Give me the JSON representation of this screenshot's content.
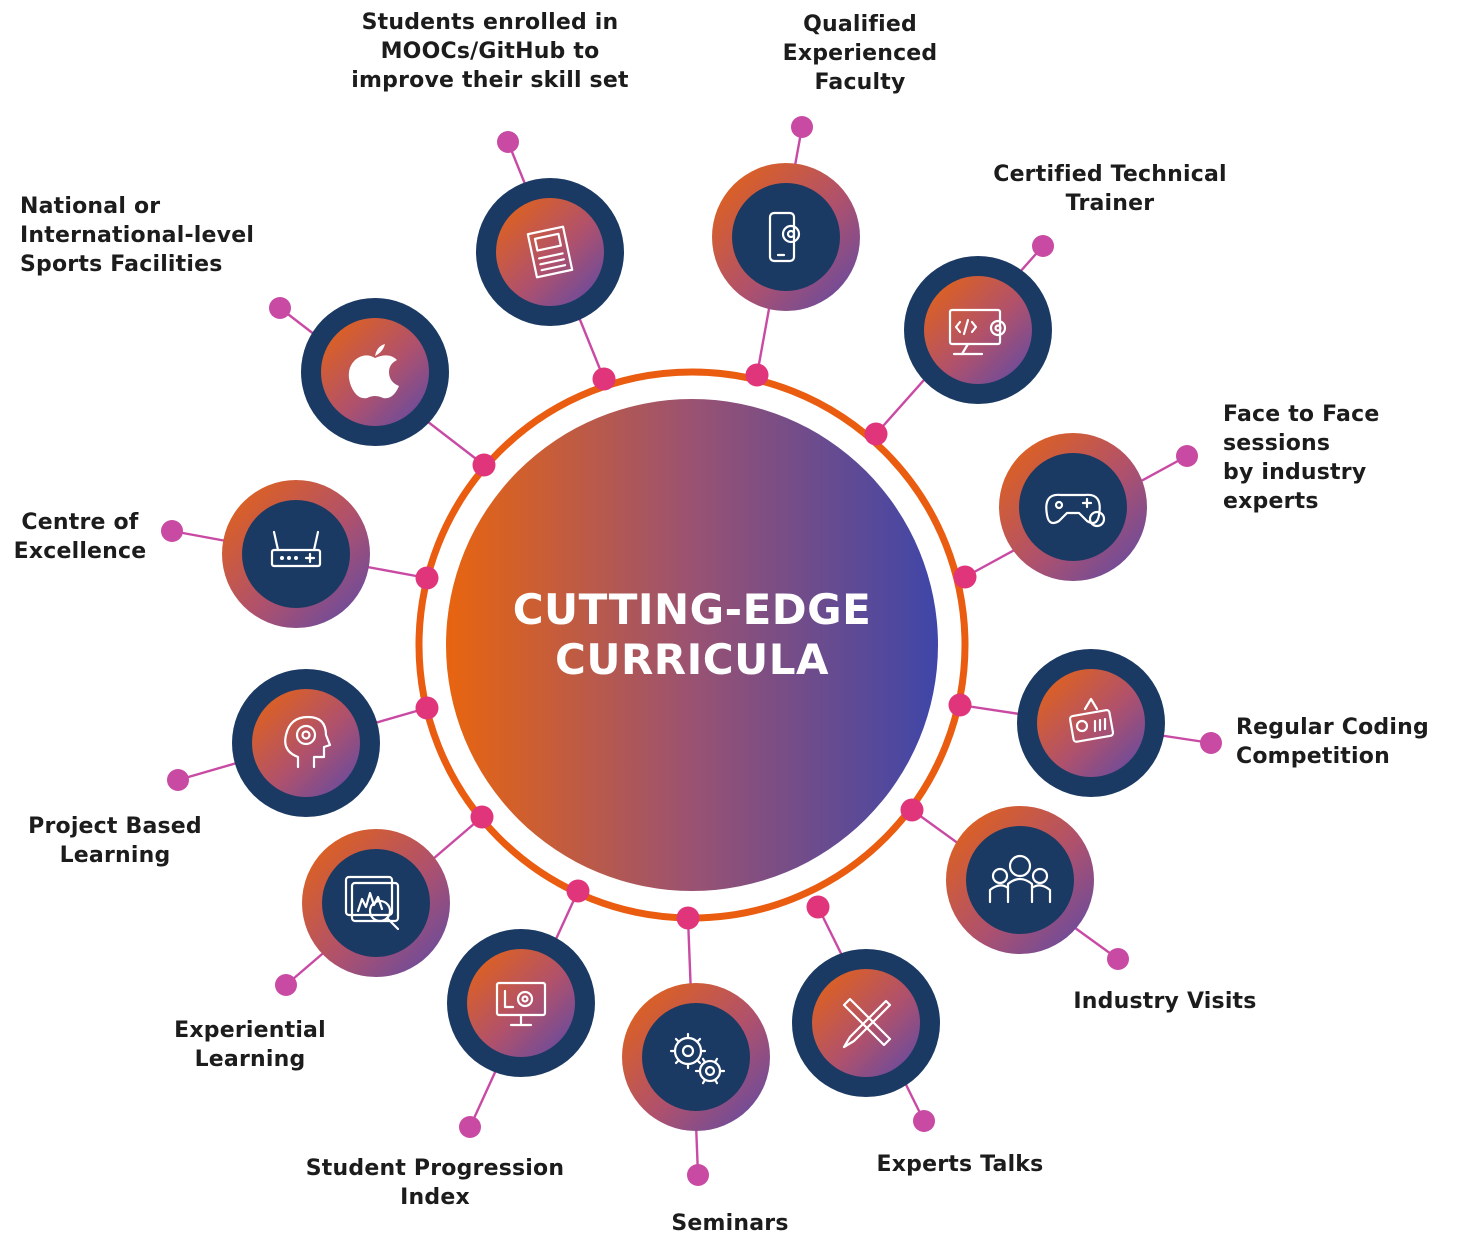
{
  "center": {
    "line1": "CUTTING-EDGE",
    "line2": "CURRICULA"
  },
  "colors": {
    "navy": "#1b3a63",
    "orange": "#e8650f",
    "purple": "#3f46a8",
    "pink_node": "#e0357a",
    "magenta_endpoint": "#c94aa3",
    "ring": "#ea5c10"
  },
  "items": [
    {
      "id": "moocs",
      "label": "Students enrolled in\nMOOCs/GitHub to\nimprove their skill set",
      "icon": "newspaper-icon",
      "ring_color": "navy"
    },
    {
      "id": "faculty",
      "label": "Qualified\nExperienced\nFaculty",
      "icon": "phone-gear-icon",
      "ring_color": "gradient"
    },
    {
      "id": "trainer",
      "label": "Certified Technical\nTrainer",
      "icon": "code-monitor-icon",
      "ring_color": "navy"
    },
    {
      "id": "f2f",
      "label": "Face to Face\nsessions\nby industry\nexperts",
      "icon": "gamepad-icon",
      "ring_color": "gradient"
    },
    {
      "id": "coding",
      "label": "Regular Coding\nCompetition",
      "icon": "radio-icon",
      "ring_color": "navy"
    },
    {
      "id": "visits",
      "label": "Industry Visits",
      "icon": "team-icon",
      "ring_color": "gradient"
    },
    {
      "id": "talks",
      "label": "Experts Talks",
      "icon": "pencil-ruler-icon",
      "ring_color": "navy"
    },
    {
      "id": "seminars",
      "label": "Seminars",
      "icon": "gears-icon",
      "ring_color": "gradient"
    },
    {
      "id": "spi",
      "label": "Student Progression\nIndex",
      "icon": "monitor-gear-icon",
      "ring_color": "navy"
    },
    {
      "id": "experiential",
      "label": "Experiential\nLearning",
      "icon": "analytics-search-icon",
      "ring_color": "gradient"
    },
    {
      "id": "project",
      "label": "Project Based\nLearning",
      "icon": "head-gear-icon",
      "ring_color": "navy"
    },
    {
      "id": "coe",
      "label": "Centre of\nExcellence",
      "icon": "router-icon",
      "ring_color": "gradient"
    },
    {
      "id": "sports",
      "label": "National or\nInternational-level\nSports Facilities",
      "icon": "apple-icon",
      "ring_color": "navy"
    }
  ]
}
